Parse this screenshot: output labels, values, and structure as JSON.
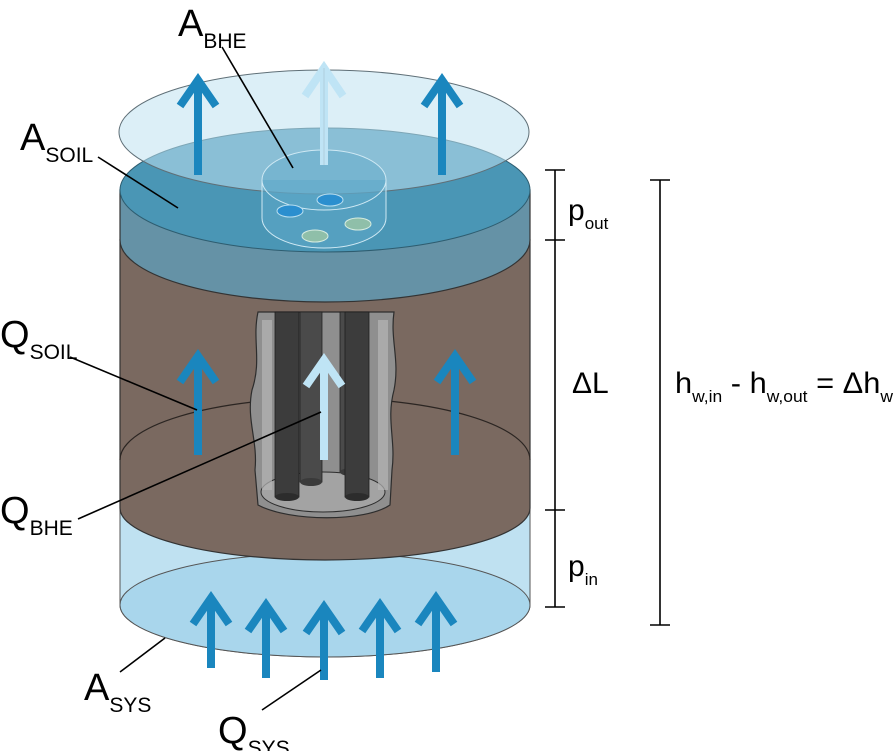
{
  "colors": {
    "water_light": "#bfe1f1",
    "water_top": "#4a96b5",
    "water_top_edge": "#6592a6",
    "soil": "#7a6960",
    "borehole": "#8f8f8f",
    "pipe": "#3c3c3c",
    "arrow_dark": "#1a86be",
    "arrow_light": "#bfe4f5"
  },
  "labels": {
    "a_bhe": {
      "main": "A",
      "sub": "BHE"
    },
    "a_soil": {
      "main": "A",
      "sub": "SOIL"
    },
    "q_soil": {
      "main": "Q",
      "sub": "SOIL"
    },
    "q_bhe": {
      "main": "Q",
      "sub": "BHE"
    },
    "a_sys": {
      "main": "A",
      "sub": "SYS"
    },
    "q_sys": {
      "main": "Q",
      "sub": "SYS"
    },
    "p_out": {
      "main": "p",
      "sub": "out"
    },
    "delta_l": "ΔL",
    "p_in": {
      "main": "p",
      "sub": "in"
    },
    "head_equation": {
      "h1": "h",
      "h1_sub": "w,in",
      "minus": " - ",
      "h2": "h",
      "h2_sub": "w,out",
      "equals": " = ",
      "dh": "Δh",
      "dh_sub": "w"
    }
  }
}
